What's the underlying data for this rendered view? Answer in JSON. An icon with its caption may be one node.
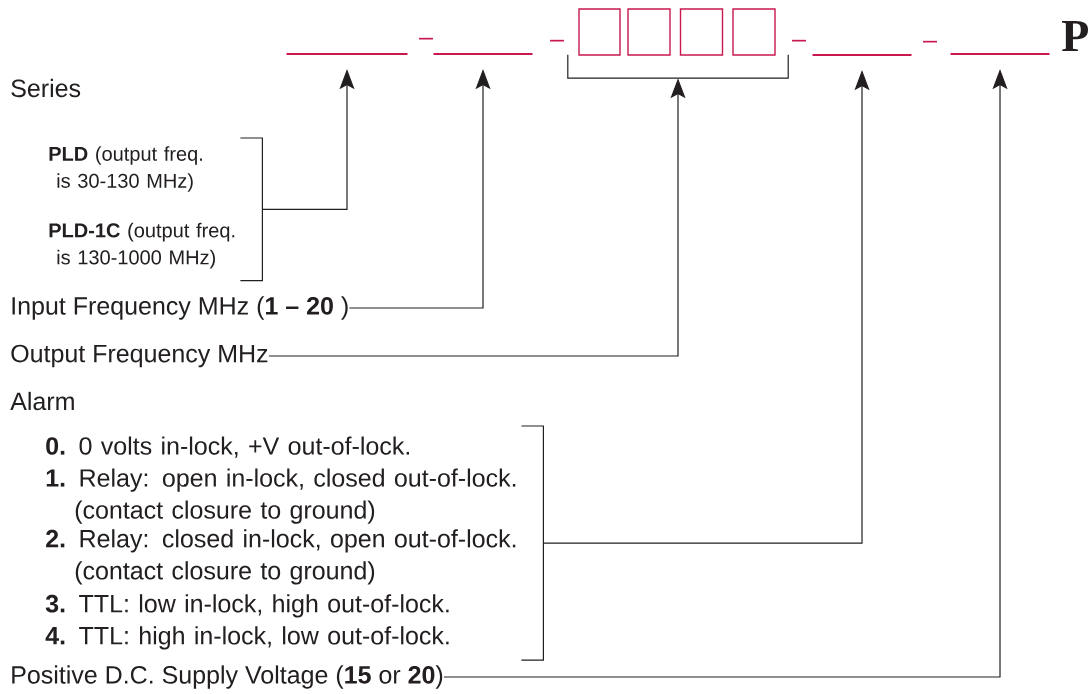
{
  "diagram": {
    "nodes": [
      {
        "text": [],
        "shape": "bar"
      },
      {
        "text": [],
        "shape": "bar"
      },
      {
        "text": [],
        "shape": "box"
      },
      {
        "text": [],
        "shape": "box"
      },
      {
        "text": [],
        "shape": "box"
      },
      {
        "text": [],
        "shape": "box"
      },
      {
        "text": [],
        "shape": "bracket"
      },
      {
        "text": [],
        "shape": "bar"
      },
      {
        "text": [],
        "shape": "bar"
      },
      {
        "text": [
          "Series",
          "**PLD** (output freq. is 30-130 MHz)",
          "**PLD-1C** (output freq. is 130-1000 MHz)"
        ]
      },
      {
        "text": [
          "Input Frequency MHz (**1 – 20** )"
        ]
      },
      {
        "text": [
          "Output Frequency MHz"
        ]
      },
      {
        "text": [
          "Alarm",
          "**0.** 0 volts in-lock, +V out-of-lock.",
          "**1.** Relay: open in-lock, closed out-of-lock. (contact closure to ground)",
          "**2.** Relay: closed in-lock, open out-of-lock. (contact closure to ground)",
          "**3.** TTL: low in-lock, high out-of-lock.",
          "**4.** TTL: high in-lock, low out-of-lock."
        ]
      },
      {
        "text": [
          "Positive D.C. Supply Voltage (**15** or **20**)"
        ]
      }
    ],
    "edges": [
      {
        "from": 9,
        "to": 0,
        "arrow": "to"
      },
      {
        "from": 10,
        "to": 1,
        "arrow": "to"
      },
      {
        "from": 11,
        "to": 6,
        "arrow": "to"
      },
      {
        "from": 12,
        "to": 7,
        "arrow": "to"
      },
      {
        "from": 13,
        "to": 8,
        "arrow": "to"
      }
    ],
    "labels": [
      "–",
      "–",
      "–",
      "–",
      "P"
    ]
  }
}
